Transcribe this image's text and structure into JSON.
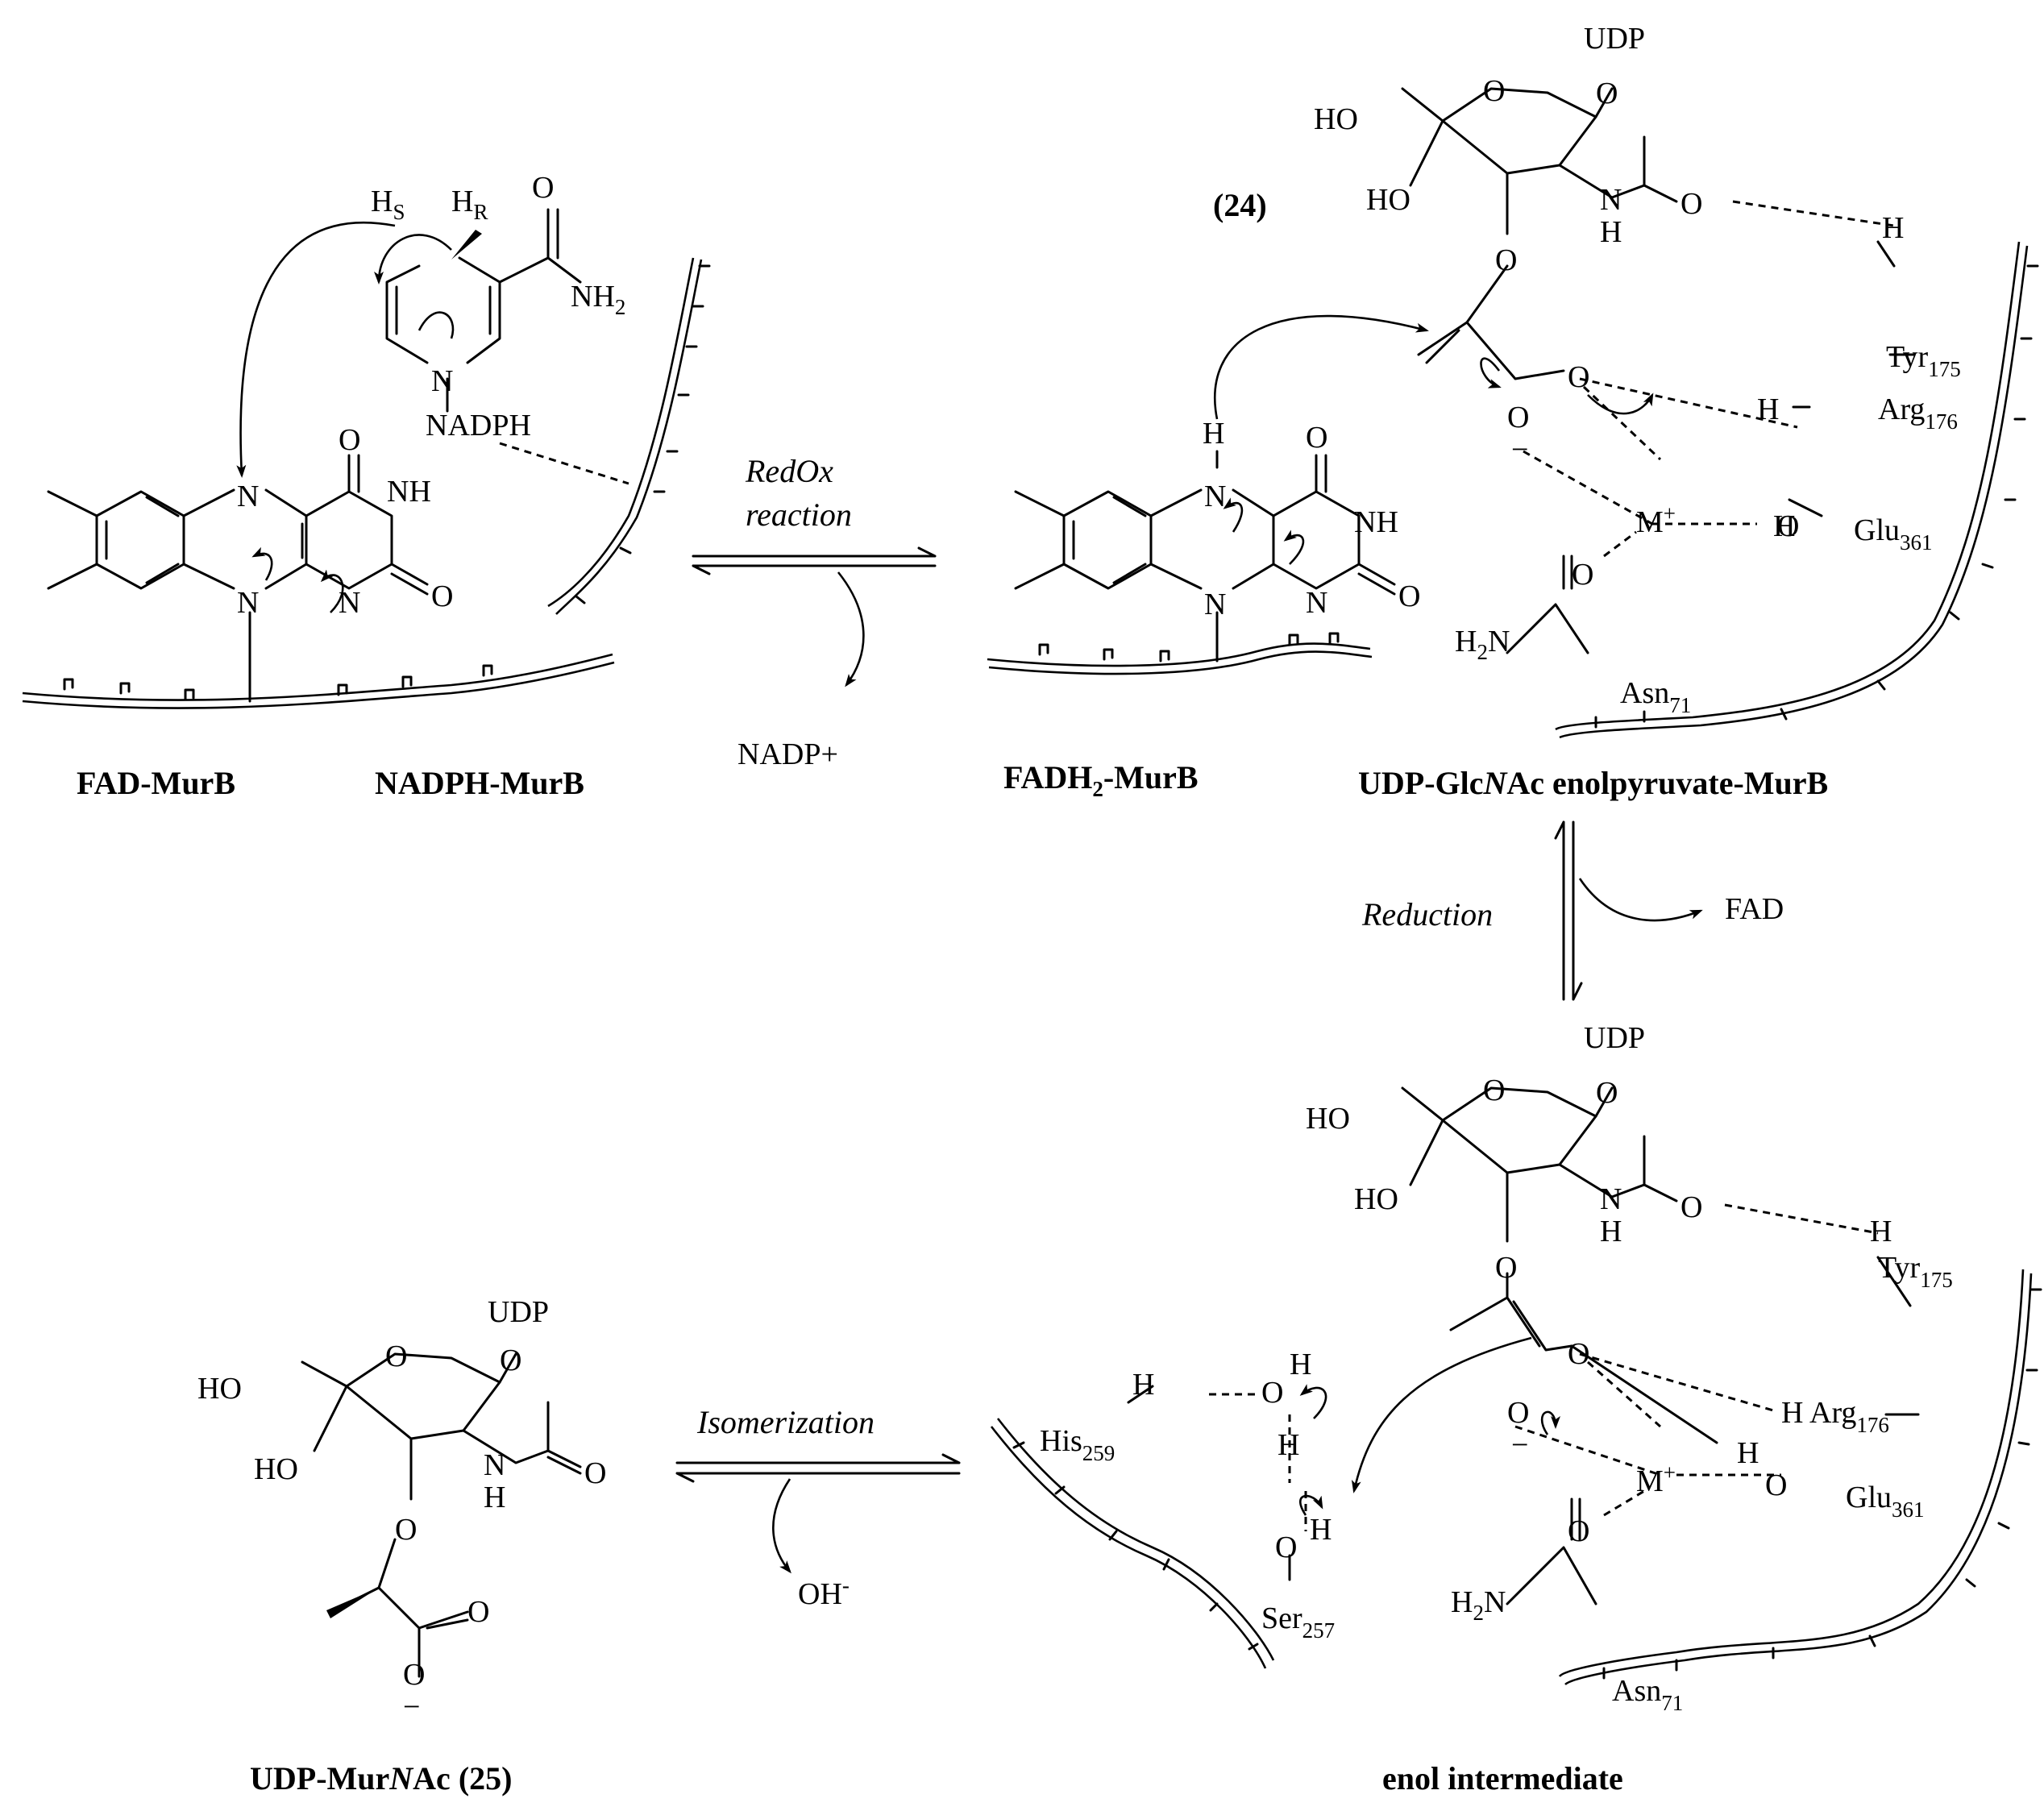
{
  "labels": {
    "fad_murb": "FAD-MurB",
    "nadph_murb": "NADPH-MurB",
    "fadh2_prefix": "FADH",
    "fadh2_sub": "2",
    "fadh2_suffix": "-MurB",
    "udp_glcnac_prefix": "UDP-Glc",
    "udp_glcnac_italic": "N",
    "udp_glcnac_suffix": "Ac enolpyruvate-MurB",
    "udp_murnac_prefix": "UDP-Mur",
    "udp_murnac_italic": "N",
    "udp_murnac_suffix": "Ac (25)",
    "enol_intermediate": "enol intermediate",
    "compound_24": "(24)"
  },
  "conditions": {
    "redox_line1": "RedOx",
    "redox_line2": "reaction",
    "nadp_plus": "NADP+",
    "reduction": "Reduction",
    "fad": "FAD",
    "isomerization": "Isomerization",
    "hydroxide": "OH",
    "hydroxide_charge": "-"
  },
  "atoms": {
    "udp": "UDP",
    "ho": "HO",
    "o": "O",
    "n": "N",
    "h": "H",
    "nh": "NH",
    "nh2": "NH",
    "h2n": "H",
    "two": "2",
    "minus": "−",
    "plus": "+",
    "metal": "M",
    "nadph": "NADPH",
    "hs": "H",
    "hs_sub": "S",
    "hr": "H",
    "hr_sub": "R"
  },
  "residues": {
    "tyr": "Tyr",
    "tyr_num": "175",
    "arg": "Arg",
    "arg_num": "176",
    "glu": "Glu",
    "glu_num": "361",
    "asn": "Asn",
    "asn_num": "71",
    "his": "His",
    "his_num": "259",
    "ser": "Ser",
    "ser_num": "257"
  }
}
